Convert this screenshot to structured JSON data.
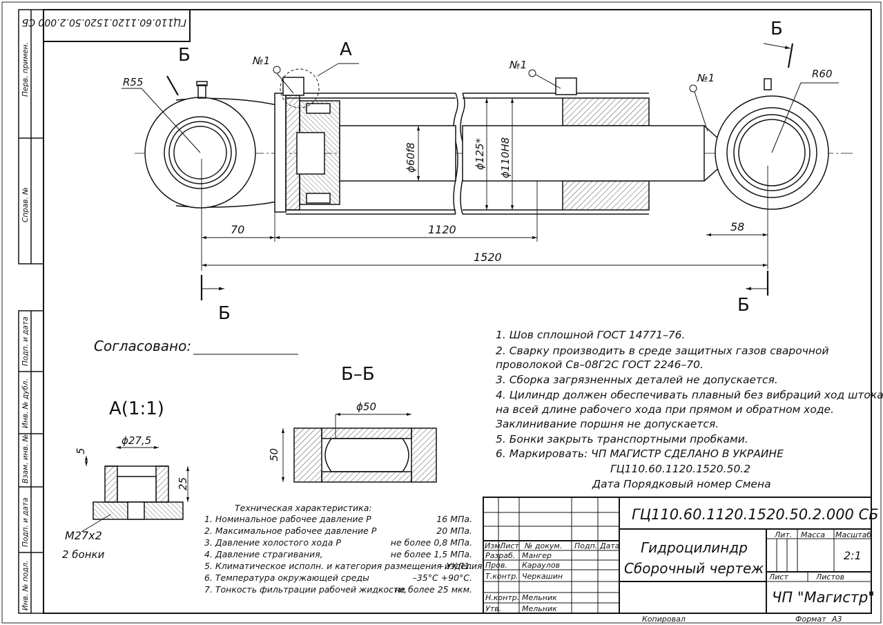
{
  "drawing_code_rotated": "ГЦ110.60.1120.1520.50.2.000 СБ",
  "side_stamp": [
    "Перв. примен.",
    "Справ. №",
    "Подп. и дата",
    "Инв. № дубл.",
    "Взам. инв. №",
    "Подп. и дата",
    "Инв. № подл."
  ],
  "view_labels": {
    "section_mark": "Б",
    "detail_mark": "А",
    "section_title": "Б–Б",
    "detail_title": "А(1:1)",
    "position_1": "№1"
  },
  "dimensions": {
    "r55": "R55",
    "r60": "R60",
    "d60f8": "ϕ60f8",
    "d125": "ϕ125*",
    "d110h8": "ϕ110H8",
    "d70": "70",
    "d1120": "1120",
    "d58": "58",
    "d1520": "1520",
    "d50": "ϕ50",
    "h50": "50",
    "d27_5": "ϕ27,5",
    "h5": "5",
    "h25": "25",
    "thread": "M27x2",
    "bosses": "2 бонки"
  },
  "agreed_label": "Согласовано: ",
  "notes": [
    "1. Шов сплошной  ГОСТ 14771–76.",
    "2. Сварку  производить  в  среде  защитных  газов  сварочной",
    "проволокой Св–08Г2С   ГОСТ 2246–70.",
    "3. Сборка загрязненных деталей не допускается.",
    "4. Цилиндр должен обеспечивать плавный без вибраций ход штока",
    "на  всей  длине  рабочего  хода  при  прямом  и  обратном  ходе.",
    "Заклинивание поршня не допускается.",
    "5. Бонки закрыть транспортными пробками.",
    "6.  Маркировать: ЧП МАГИСТР СДЕЛАНО В УКРАИНЕ",
    "ГЦ110.60.1120.1520.50.2",
    "Дата  Порядковый номер  Смена"
  ],
  "tech_spec": {
    "title": "Техническая характеристика:",
    "rows": [
      {
        "label": "1. Номинальное рабочее давление   P",
        "value": "16 МПа."
      },
      {
        "label": "2. Максимальное рабочее давление P",
        "value": "20 МПа."
      },
      {
        "label": "3. Давление холостого хода P",
        "value": "не более 0,8 МПа."
      },
      {
        "label": "4. Давление страгивания,",
        "value": "не более 1,5 МПа."
      },
      {
        "label": "5. Климатическое исполн. и категория размещения изделия",
        "value": "– УХЛ1."
      },
      {
        "label": "6. Температура окружающей среды",
        "value": "–35°С +90°С."
      },
      {
        "label": "7. Тонкость фильтрации рабочей жидкости,",
        "value": "не более 25 мкм."
      }
    ]
  },
  "title_block": {
    "code": "ГЦ110.60.1120.1520.50.2.000  СБ",
    "name_line1": "Гидроцилиндр",
    "name_line2": "Сборочный чертеж",
    "col_lit": "Лит.",
    "col_mass": "Масса",
    "col_scale": "Масштаб",
    "scale": "2:1",
    "sheet": "Лист",
    "sheets": "Листов",
    "company": "ЧП \"Магистр\"",
    "hdr": [
      "Изм.",
      "Лист",
      "№ докум.",
      "Подп.",
      "Дата"
    ],
    "roles": [
      {
        "role": "Разраб.",
        "name": "Мангер"
      },
      {
        "role": "Пров.",
        "name": "Караулов"
      },
      {
        "role": "Т.контр.",
        "name": "Черкашин"
      },
      {
        "role": "Н.контр.",
        "name": "Мельник"
      },
      {
        "role": "Утв.",
        "name": "Мельник"
      }
    ],
    "copied": "Копировал",
    "format_label": "Формат",
    "format": "А3"
  }
}
